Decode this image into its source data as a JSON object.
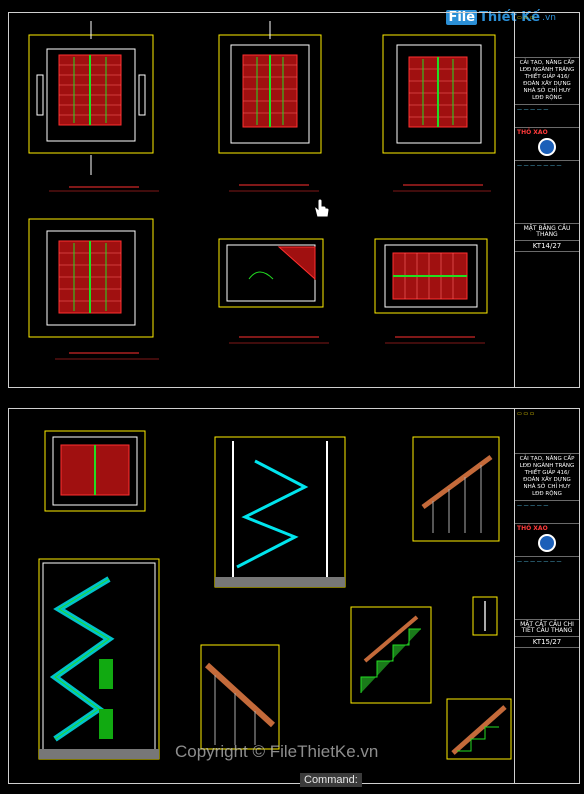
{
  "brand": {
    "prefix": "File",
    "name": "Thiết Kế",
    "tld": ".vn"
  },
  "watermark": "Copyright © FileThietKe.vn",
  "command_line": "Command:",
  "title_block": {
    "project": "CẢI TẠO, NÂNG CẤP LĐĐ NGÀNH TRÁNG THIẾT GIẢP 416/ ĐOÀN XÂY DỰNG NHÀ SỞ CHỈ HUY LĐĐ RỘNG",
    "organization": "THỎ XAO",
    "sheet1_name": "MẶT BẰNG CẦU THANG",
    "sheet1_no": "KT14/27",
    "sheet2_name": "MẶT CẮT CẦU CHI TIẾT CẦU THANG",
    "sheet2_no": "KT15/27"
  },
  "colors": {
    "frame": "#ffee00",
    "wall": "#ffffff",
    "step_red": "#e02020",
    "green": "#22dd22",
    "cyan": "#00e5ee",
    "text_red": "#ff3030"
  }
}
